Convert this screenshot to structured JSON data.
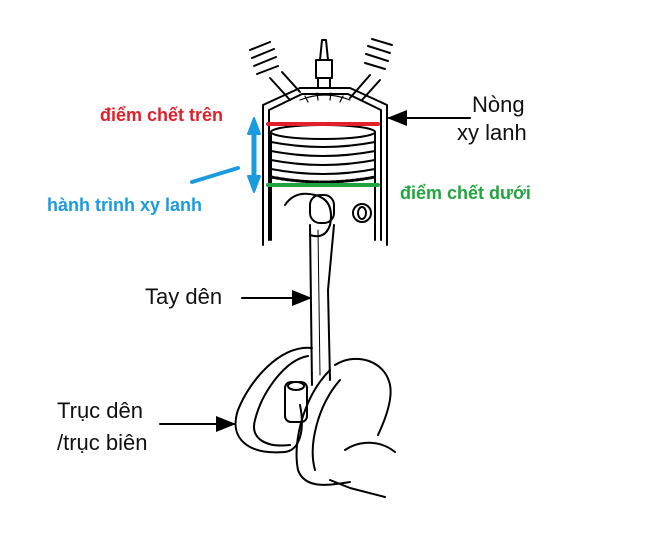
{
  "labels": {
    "top_dead_center": "điểm chết trên",
    "cylinder_line1": "Nòng",
    "cylinder_line2": "xy lanh",
    "stroke": "hành trình xy lanh",
    "bottom_dead_center": "điểm chết dưới",
    "connecting_rod": "Tay dên",
    "crankshaft_line1": "Trục dên",
    "crankshaft_line2": "/trục biên"
  },
  "colors": {
    "top_dead_center": "#e0202a",
    "bottom_dead_center": "#22a540",
    "stroke": "#1a9be0"
  }
}
